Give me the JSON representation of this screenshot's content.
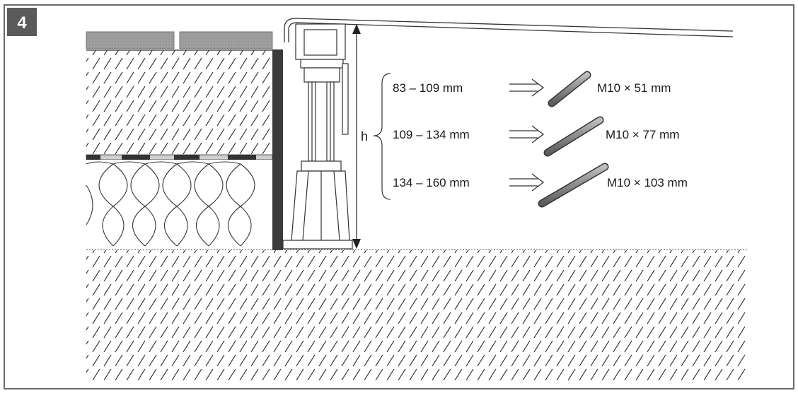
{
  "figure": {
    "step_number": "4",
    "height_label": "h",
    "rows": [
      {
        "range": "83 – 109 mm",
        "bolt": "M10 × 51 mm"
      },
      {
        "range": "109 – 134 mm",
        "bolt": "M10 × 77 mm"
      },
      {
        "range": "134 – 160 mm",
        "bolt": "M10 × 103 mm"
      }
    ]
  },
  "colors": {
    "badge": "#5a5a5a",
    "tile": "#9a9a9a",
    "wall": "#3a3a3a",
    "rod": "#8a8a8a"
  }
}
